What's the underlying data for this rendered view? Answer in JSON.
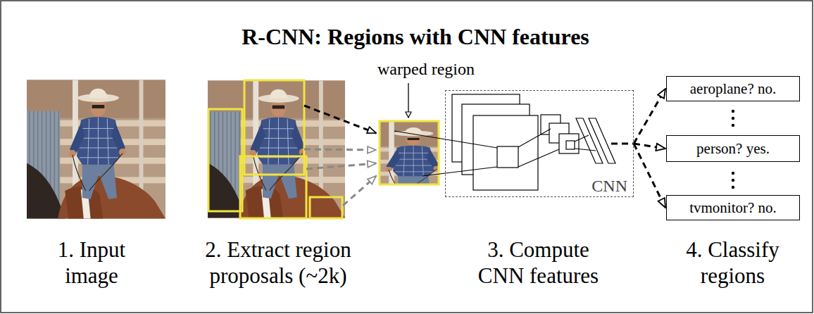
{
  "diagram": {
    "title": "R-CNN: Regions with CNN features",
    "nodes": [
      {
        "text": [
          "CNN"
        ]
      },
      {
        "text": [
          "aeroplane? no."
        ]
      },
      {
        "text": [
          "person? yes."
        ]
      },
      {
        "text": [
          "tvmonitor? no."
        ]
      }
    ],
    "edges": [
      {
        "from": 0,
        "to": 1,
        "arrow": "to"
      },
      {
        "from": 0,
        "to": 2,
        "arrow": "to"
      },
      {
        "from": 0,
        "to": 3,
        "arrow": "to"
      }
    ],
    "labels": [
      "warped region",
      "1. Input image",
      "2. Extract region proposals (~2k)",
      "3. Compute CNN features",
      "4. Classify regions"
    ]
  }
}
